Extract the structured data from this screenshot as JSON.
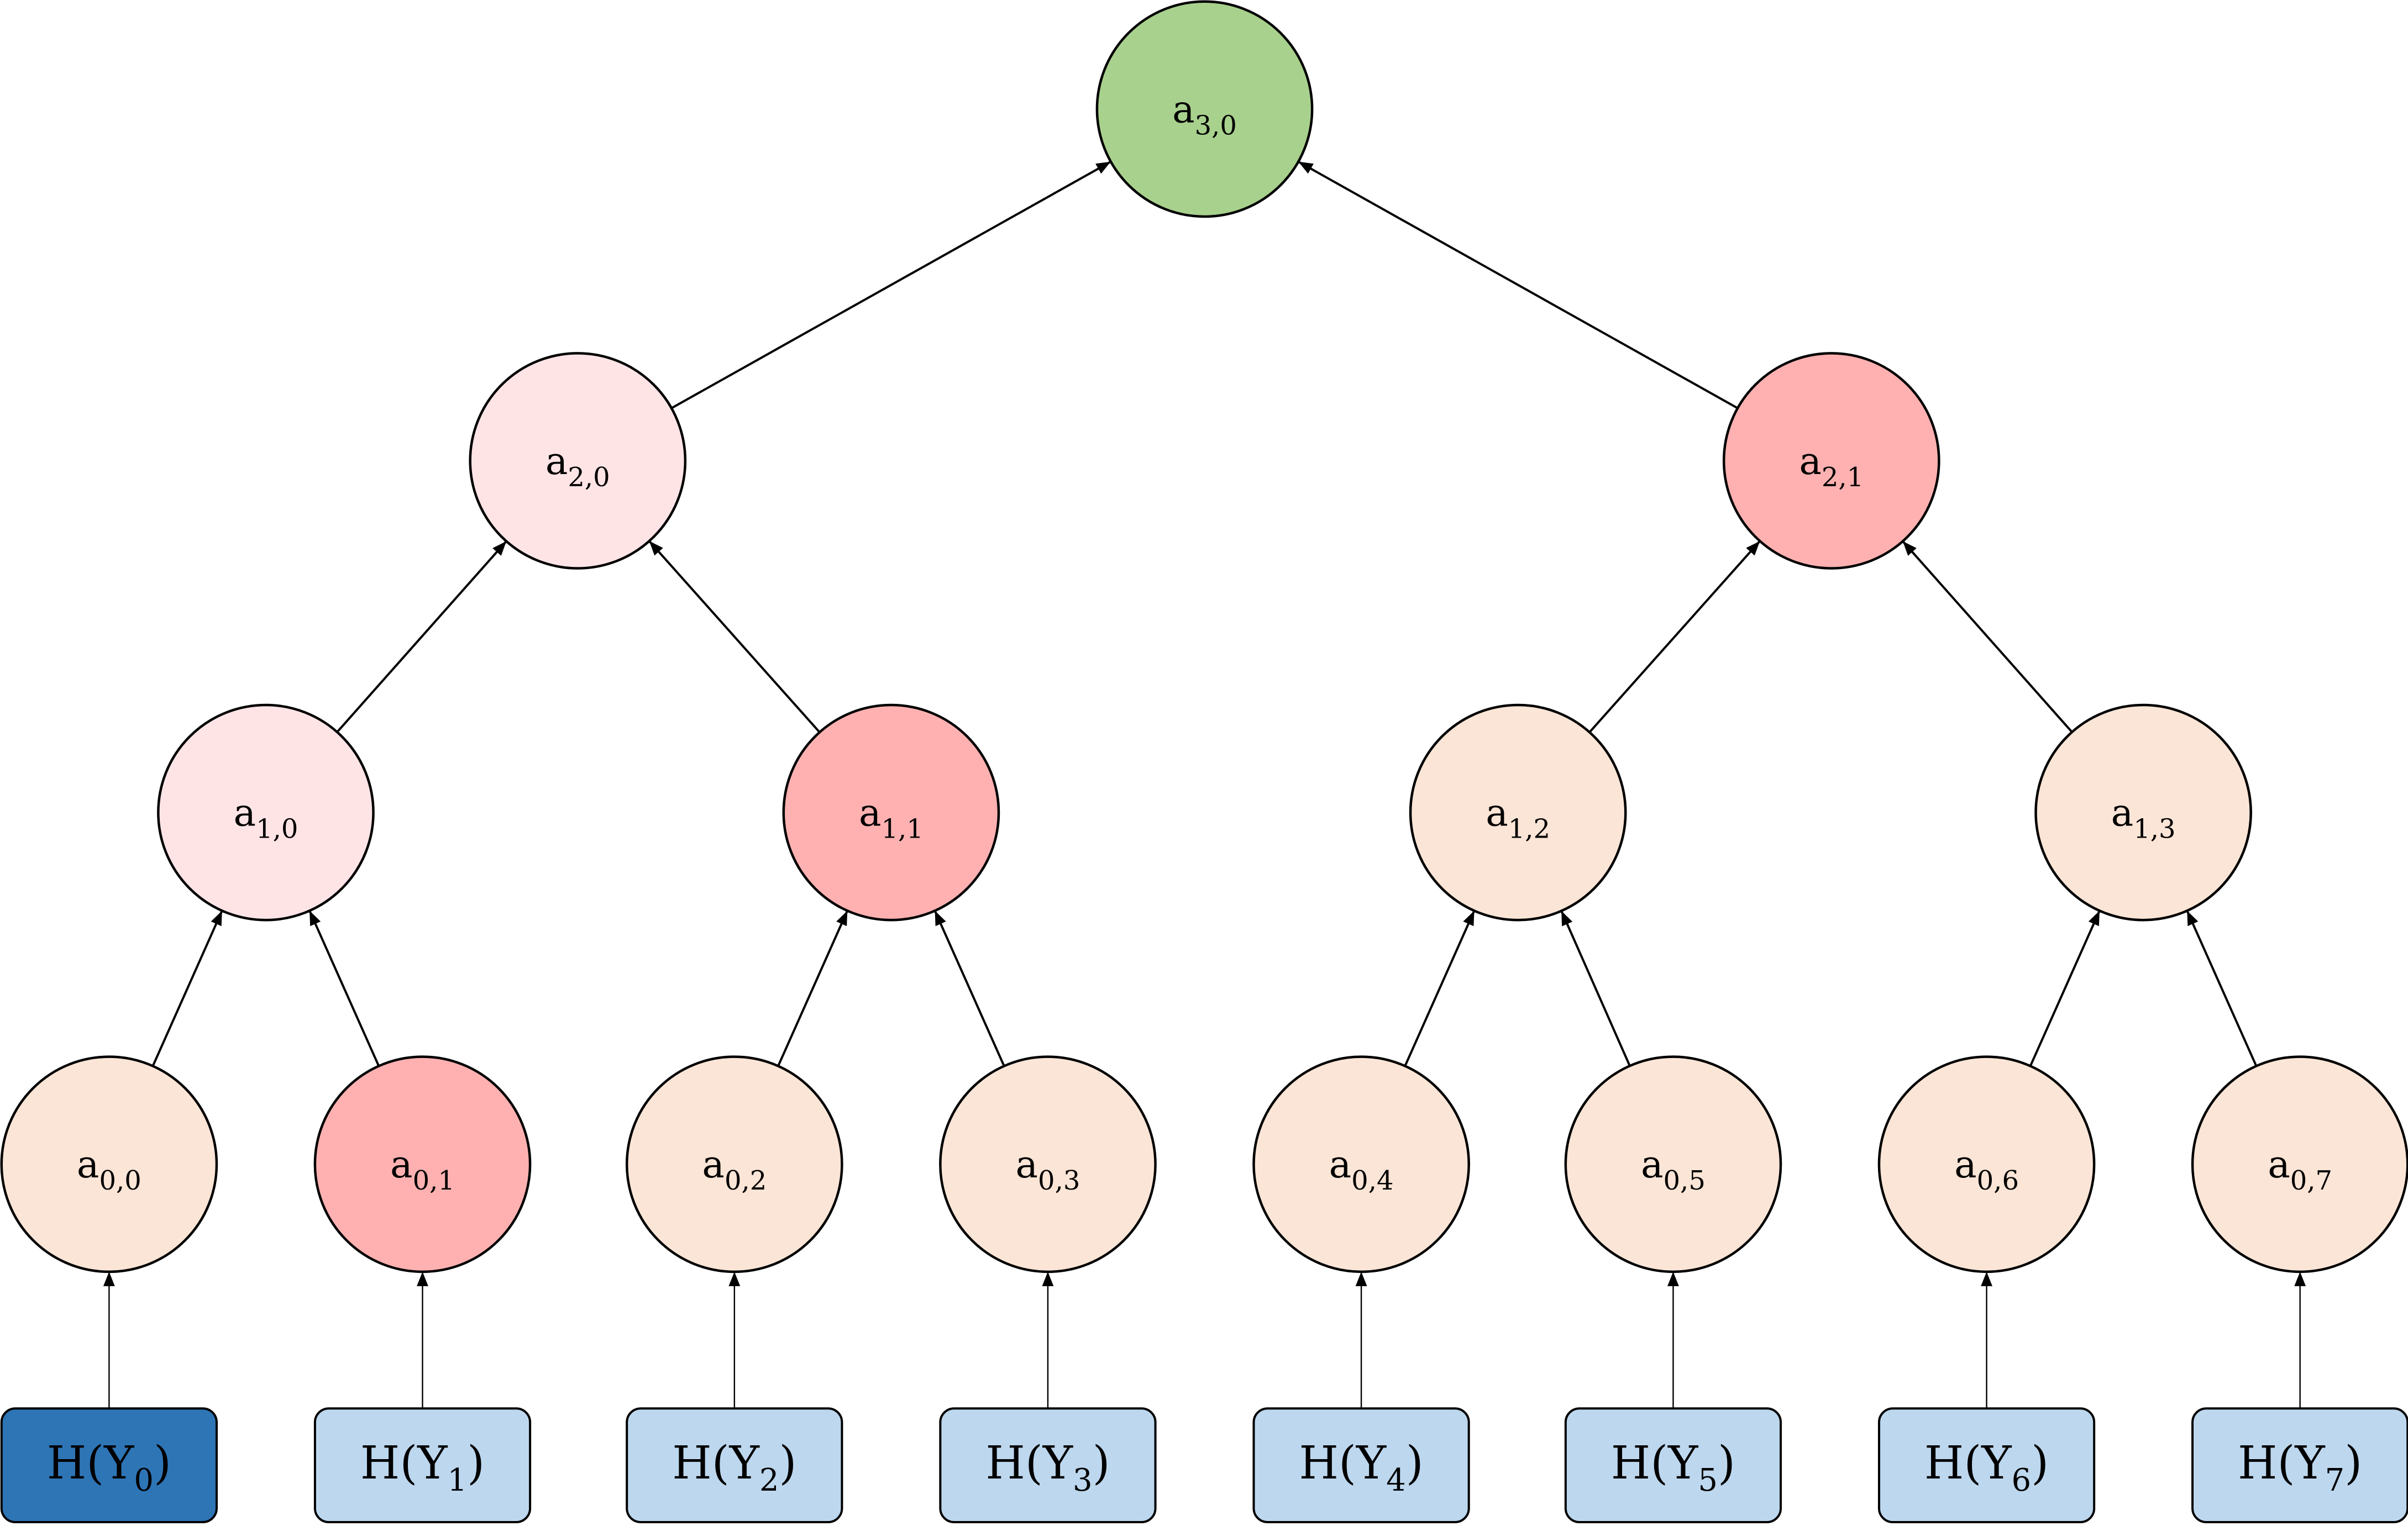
{
  "colors": {
    "root": "#a9d18e",
    "light_pink": "#ffe4e6",
    "salmon": "#ffb1b1",
    "peach": "#fbe5d6",
    "leaf_dark": "#2e75b6",
    "leaf_light": "#bdd7ee",
    "stroke": "#000000"
  },
  "nodes": [
    {
      "id": "a30",
      "base": "a",
      "sub": "3,0",
      "color": "root"
    },
    {
      "id": "a20",
      "base": "a",
      "sub": "2,0",
      "color": "light_pink"
    },
    {
      "id": "a21",
      "base": "a",
      "sub": "2,1",
      "color": "salmon"
    },
    {
      "id": "a10",
      "base": "a",
      "sub": "1,0",
      "color": "light_pink"
    },
    {
      "id": "a11",
      "base": "a",
      "sub": "1,1",
      "color": "salmon"
    },
    {
      "id": "a12",
      "base": "a",
      "sub": "1,2",
      "color": "peach"
    },
    {
      "id": "a13",
      "base": "a",
      "sub": "1,3",
      "color": "peach"
    },
    {
      "id": "a00",
      "base": "a",
      "sub": "0,0",
      "color": "peach"
    },
    {
      "id": "a01",
      "base": "a",
      "sub": "0,1",
      "color": "salmon"
    },
    {
      "id": "a02",
      "base": "a",
      "sub": "0,2",
      "color": "peach"
    },
    {
      "id": "a03",
      "base": "a",
      "sub": "0,3",
      "color": "peach"
    },
    {
      "id": "a04",
      "base": "a",
      "sub": "0,4",
      "color": "peach"
    },
    {
      "id": "a05",
      "base": "a",
      "sub": "0,5",
      "color": "peach"
    },
    {
      "id": "a06",
      "base": "a",
      "sub": "0,6",
      "color": "peach"
    },
    {
      "id": "a07",
      "base": "a",
      "sub": "0,7",
      "color": "peach"
    }
  ],
  "leaves": [
    {
      "id": "h0",
      "prefix": "H(Y",
      "sub": "0",
      "suffix": ")",
      "color": "leaf_dark"
    },
    {
      "id": "h1",
      "prefix": "H(Y",
      "sub": "1",
      "suffix": ")",
      "color": "leaf_light"
    },
    {
      "id": "h2",
      "prefix": "H(Y",
      "sub": "2",
      "suffix": ")",
      "color": "leaf_light"
    },
    {
      "id": "h3",
      "prefix": "H(Y",
      "sub": "3",
      "suffix": ")",
      "color": "leaf_light"
    },
    {
      "id": "h4",
      "prefix": "H(Y",
      "sub": "4",
      "suffix": ")",
      "color": "leaf_light"
    },
    {
      "id": "h5",
      "prefix": "H(Y",
      "sub": "5",
      "suffix": ")",
      "color": "leaf_light"
    },
    {
      "id": "h6",
      "prefix": "H(Y",
      "sub": "6",
      "suffix": ")",
      "color": "leaf_light"
    },
    {
      "id": "h7",
      "prefix": "H(Y",
      "sub": "7",
      "suffix": ")",
      "color": "leaf_light"
    }
  ],
  "edges": [
    [
      "a20",
      "a30"
    ],
    [
      "a21",
      "a30"
    ],
    [
      "a10",
      "a20"
    ],
    [
      "a11",
      "a20"
    ],
    [
      "a12",
      "a21"
    ],
    [
      "a13",
      "a21"
    ],
    [
      "a00",
      "a10"
    ],
    [
      "a01",
      "a10"
    ],
    [
      "a02",
      "a11"
    ],
    [
      "a03",
      "a11"
    ],
    [
      "a04",
      "a12"
    ],
    [
      "a05",
      "a12"
    ],
    [
      "a06",
      "a13"
    ],
    [
      "a07",
      "a13"
    ],
    [
      "h0",
      "a00"
    ],
    [
      "h1",
      "a01"
    ],
    [
      "h2",
      "a02"
    ],
    [
      "h3",
      "a03"
    ],
    [
      "h4",
      "a04"
    ],
    [
      "h5",
      "a05"
    ],
    [
      "h6",
      "a06"
    ],
    [
      "h7",
      "a07"
    ]
  ]
}
